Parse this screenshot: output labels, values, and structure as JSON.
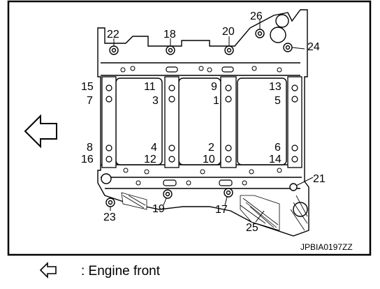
{
  "figure_code": "JPBIA0197ZZ",
  "callouts": [
    "1",
    "2",
    "3",
    "4",
    "5",
    "6",
    "7",
    "8",
    "9",
    "10",
    "11",
    "12",
    "13",
    "14",
    "15",
    "16",
    "17",
    "18",
    "19",
    "20",
    "21",
    "22",
    "23",
    "24",
    "25",
    "26"
  ],
  "legend": {
    "icon": "outline-arrow-left-icon",
    "text": ": Engine front"
  }
}
